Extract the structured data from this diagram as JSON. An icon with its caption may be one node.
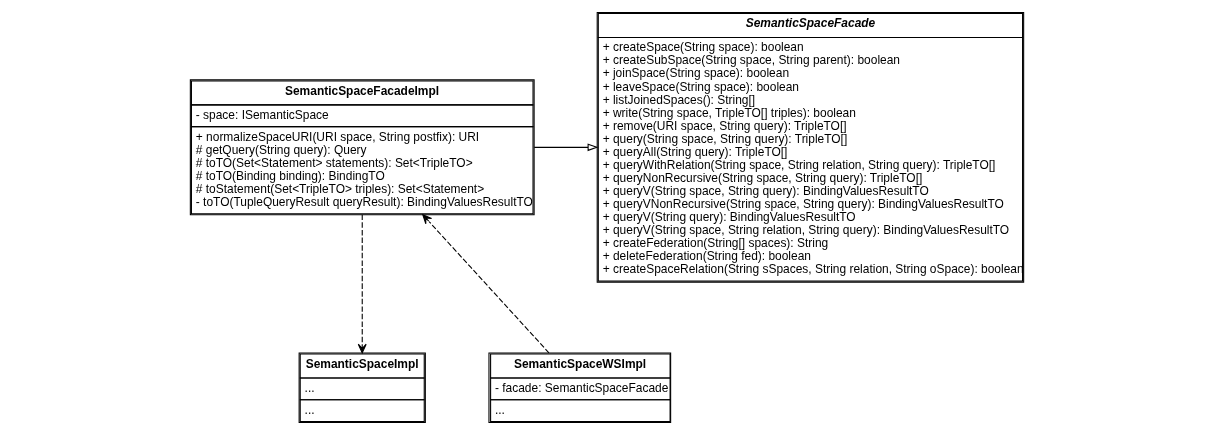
{
  "diagram": {
    "nodes": [
      {
        "text": [
          "SemanticSpaceFacadeImpl",
          "- space: ISemanticSpace",
          "+ normalizeSpaceURI(URI space, String postfix): URI",
          "# getQuery(String query): Query",
          "# toTO(Set<Statement> statements): Set<TripleTO>",
          "# toTO(Binding binding): BindingTO",
          "# toStatement(Set<TripleTO> triples): Set<Statement>",
          "- toTO(TupleQueryResult queryResult): BindingValuesResultTO"
        ]
      },
      {
        "text": [
          "SemanticSpaceFacade",
          "+ createSpace(String space): boolean",
          "+ createSubSpace(String space, String parent): boolean",
          "+ joinSpace(String space): boolean",
          "+ leaveSpace(String space): boolean",
          "+ listJoinedSpaces(): String[]",
          "+ write(String space, TripleTO[] triples): boolean",
          "+ remove(URI space, String query): TripleTO[]",
          "+ query(String space, String query): TripleTO[]",
          "+ queryAll(String query): TripleTO[]",
          "+ queryWithRelation(String space, String relation, String query): TripleTO[]",
          "+ queryNonRecursive(String space, String query): TripleTO[]",
          "+ queryV(String space, String query): BindingValuesResultTO",
          "+ queryVNonRecursive(String space, String query): BindingValuesResultTO",
          "+ queryV(String query): BindingValuesResultTO",
          "+ queryV(String space, String relation, String query): BindingValuesResultTO",
          "+ createFederation(String[] spaces): String",
          "+ deleteFederation(String fed): boolean",
          "+ createSpaceRelation(String sSpaces, String relation, String oSpace): boolean"
        ]
      },
      {
        "text": [
          "SemanticSpaceWSImpl",
          "- facade: SemanticSpaceFacade",
          "..."
        ]
      },
      {
        "text": [
          "SemanticSpaceImpl",
          "...",
          "..."
        ]
      }
    ],
    "edges": [
      {
        "from": 0,
        "to": 1,
        "arrow": "to"
      },
      {
        "from": 2,
        "to": 0,
        "arrow": "to",
        "style": "dashed"
      },
      {
        "from": 0,
        "to": 3,
        "arrow": "to",
        "style": "dashed"
      }
    ]
  }
}
